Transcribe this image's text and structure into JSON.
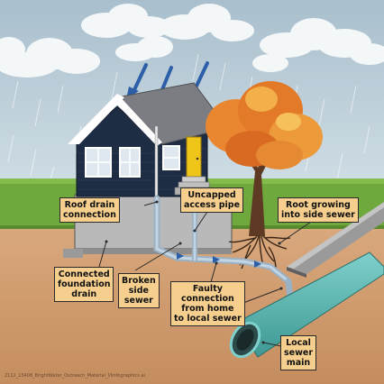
{
  "title": "Sources of inflow and infiltration into the sewer system",
  "colors": {
    "sky": "#bcd0dc",
    "grass": "#6fa83c",
    "soil": "#d5a378",
    "house": "#1f2d44",
    "roof": "#7b7d82",
    "door": "#f0c51a",
    "tree_foliage": "#e27a2a",
    "sewer_main": "#57b6b3",
    "callout_fill": "#f6cf8e",
    "rain_arrow": "#2c5fa8"
  },
  "labels": {
    "roof_drain": [
      "Roof drain",
      "connection"
    ],
    "uncapped": [
      "Uncapped",
      "access pipe"
    ],
    "root": [
      "Root growing",
      "into side sewer"
    ],
    "foundation": [
      "Connected",
      "foundation",
      "drain"
    ],
    "broken": [
      "Broken",
      "side",
      "sewer"
    ],
    "faulty": [
      "Faulty",
      "connection",
      "from home",
      "to local sewer"
    ],
    "local_main": [
      "Local",
      "sewer",
      "main"
    ]
  },
  "footer": "2112_13408_BrightWater_Outreach_Material_I/Iinfographics.ai",
  "icons": [
    "rain-arrow-icon",
    "cloud-icon",
    "tree-icon",
    "house-icon"
  ]
}
